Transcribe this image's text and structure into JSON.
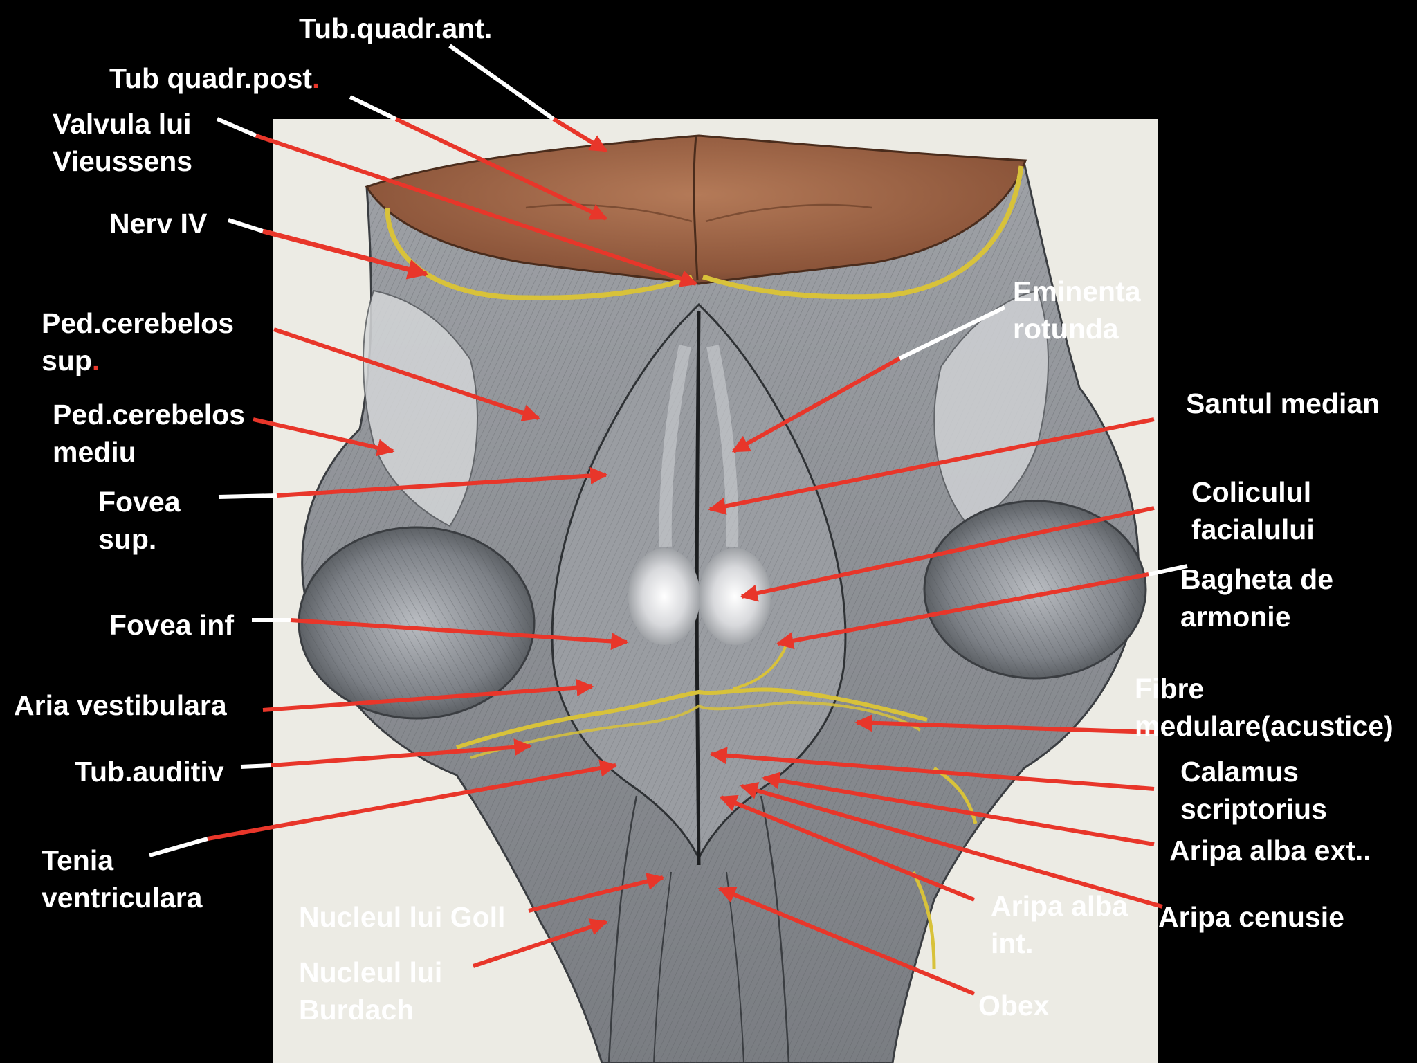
{
  "labels": {
    "tub_quadr_ant": "Tub.quadr.ant.",
    "tub_quadr_post": "Tub quadr.post",
    "tub_quadr_post_dot": ".",
    "valvula_l1": "Valvula lui",
    "valvula_l2": "Vieussens",
    "nerv_iv": "Nerv IV",
    "ped_sup_l1": "Ped.cerebelos",
    "ped_sup_l2": "sup",
    "ped_sup_dot": ".",
    "ped_med_l1": "Ped.cerebelos",
    "ped_med_l2": "mediu",
    "fovea_sup_l1": "Fovea",
    "fovea_sup_l2": "sup.",
    "fovea_inf": "Fovea inf",
    "aria_vestibulara": "Aria vestibulara",
    "tub_auditiv": "Tub.auditiv",
    "tenia_l1": "Tenia",
    "tenia_l2": "ventriculara",
    "nucleul_goll": "Nucleul lui Goll",
    "burdach_l1": "Nucleul lui",
    "burdach_l2": "Burdach",
    "eminenta_l1": "Eminenta",
    "eminenta_l2": "rotunda",
    "santul_median": "Santul median",
    "coliculul_l1": "Coliculul",
    "coliculul_l2": "facialului",
    "bagheta_l1": "Bagheta de",
    "bagheta_l2": "armonie",
    "fibre_l1": "Fibre",
    "fibre_l2": "medulare(acustice)",
    "calamus_l1": "Calamus",
    "calamus_l2": "scriptorius",
    "aripa_alba_ext": "Aripa alba ext..",
    "aripa_alba_int_l1": "Aripa alba",
    "aripa_alba_int_l2": "int.",
    "aripa_cenusie": "Aripa cenusie",
    "obex": "Obex"
  },
  "colors": {
    "background": "#000000",
    "label_text": "#ffffff",
    "arrow": "#e8362a",
    "leader_white": "#ffffff",
    "nerve_yellow": "#d8c23a",
    "tectum_brown": "#a86a4a",
    "tissue_gray": "#8e9196",
    "plate_bg": "#ecebe4"
  }
}
